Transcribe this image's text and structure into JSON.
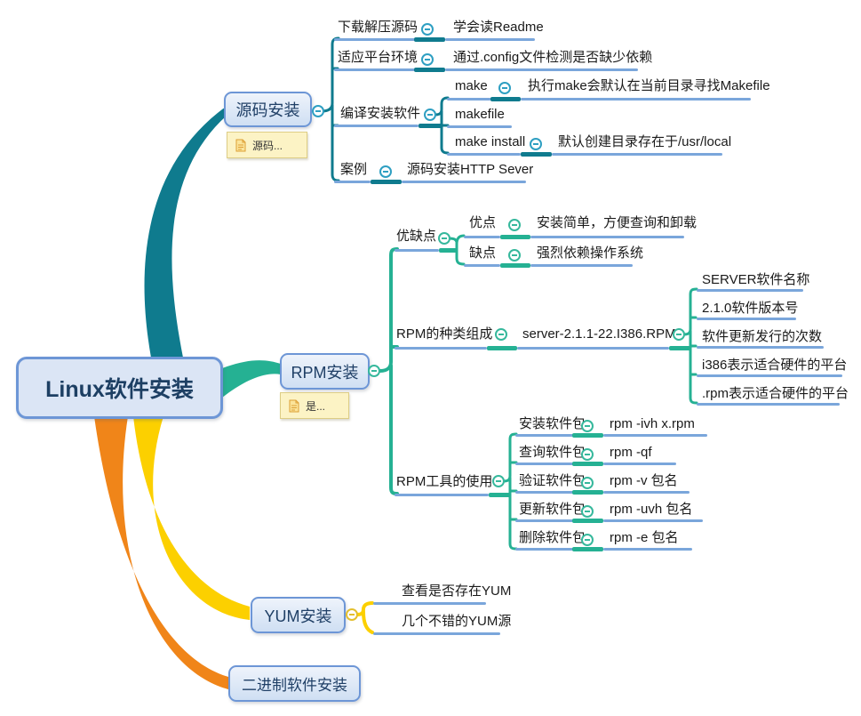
{
  "root": {
    "label": "Linux软件安装"
  },
  "colors": {
    "source_branch": "#0f7b8e",
    "rpm_branch": "#25b193",
    "yum_branch": "#fcd000",
    "binary_branch": "#f08519",
    "node_border": "#6d96d6",
    "underline": "#7aa6db",
    "note_bg": "#fcf3c5"
  },
  "source": {
    "label": "源码安装",
    "note": "源码...",
    "rows": {
      "download": {
        "label": "下载解压源码",
        "child": "学会读Readme"
      },
      "platform": {
        "label": "适应平台环境",
        "child": "通过.config文件检测是否缺少依赖"
      },
      "compile": {
        "label": "编译安装软件"
      },
      "make": {
        "label": "make",
        "child": "执行make会默认在当前目录寻找Makefile"
      },
      "makefile": {
        "label": "makefile"
      },
      "makeinstall": {
        "label": "make install",
        "child": "默认创建目录存在于/usr/local"
      },
      "case": {
        "label": "案例",
        "child": "源码安装HTTP Sever"
      }
    }
  },
  "rpm": {
    "label": "RPM安装",
    "note": "是...",
    "pros": {
      "label": "优缺点",
      "good": {
        "label": "优点",
        "child": "安装简单，方便查询和卸载"
      },
      "bad": {
        "label": "缺点",
        "child": "强烈依赖操作系统"
      }
    },
    "kinds": {
      "label": "RPM的种类组成",
      "child": "server-2.1.1-22.I386.RPM",
      "leaves": [
        "SERVER软件名称",
        "2.1.0软件版本号",
        "软件更新发行的次数",
        "i386表示适合硬件的平台",
        ".rpm表示适合硬件的平台"
      ]
    },
    "tools": {
      "label": "RPM工具的使用",
      "items": [
        {
          "label": "安装软件包",
          "child": "rpm -ivh x.rpm"
        },
        {
          "label": "查询软件包",
          "child": "rpm -qf"
        },
        {
          "label": "验证软件包",
          "child": "rpm -v 包名"
        },
        {
          "label": "更新软件包",
          "child": "rpm -uvh 包名"
        },
        {
          "label": "删除软件包",
          "child": "rpm -e 包名"
        }
      ]
    }
  },
  "yum": {
    "label": "YUM安装",
    "items": [
      "查看是否存在YUM",
      "几个不错的YUM源"
    ]
  },
  "binary": {
    "label": "二进制软件安装"
  }
}
